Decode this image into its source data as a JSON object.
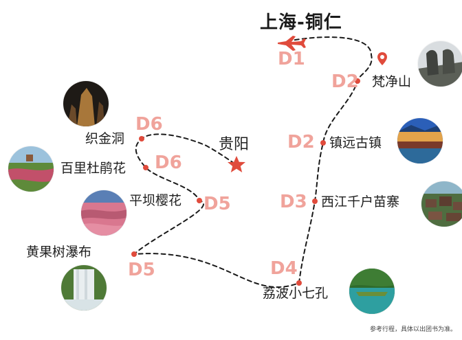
{
  "title": "上海-铜仁",
  "stops": {
    "fanjingshan": "梵净山",
    "zhenyuan": "镇远古镇",
    "xijiang": "西江千户苗寨",
    "libo": "荔波小七孔",
    "huangguoshu": "黄果树瀑布",
    "pingba": "平坝樱花",
    "baili": "百里杜鹃花",
    "zhijin": "织金洞",
    "guiyang": "贵阳"
  },
  "days": {
    "d1": "D1",
    "d2_fanjingshan": "D2",
    "d2_zhenyuan": "D2",
    "d3": "D3",
    "d4": "D4",
    "d5_huangguoshu": "D5",
    "d5_pingba": "D5",
    "d6_baili": "D6",
    "d6_zhijin": "D6"
  },
  "note": "参考行程，具体以出团书为准。",
  "icons": [
    "airplane-icon",
    "location-pin-icon",
    "star-icon"
  ],
  "colors": {
    "accent": "#e04b3c",
    "day_label": "#f0a39b",
    "route_line": "#1a1a1a"
  }
}
